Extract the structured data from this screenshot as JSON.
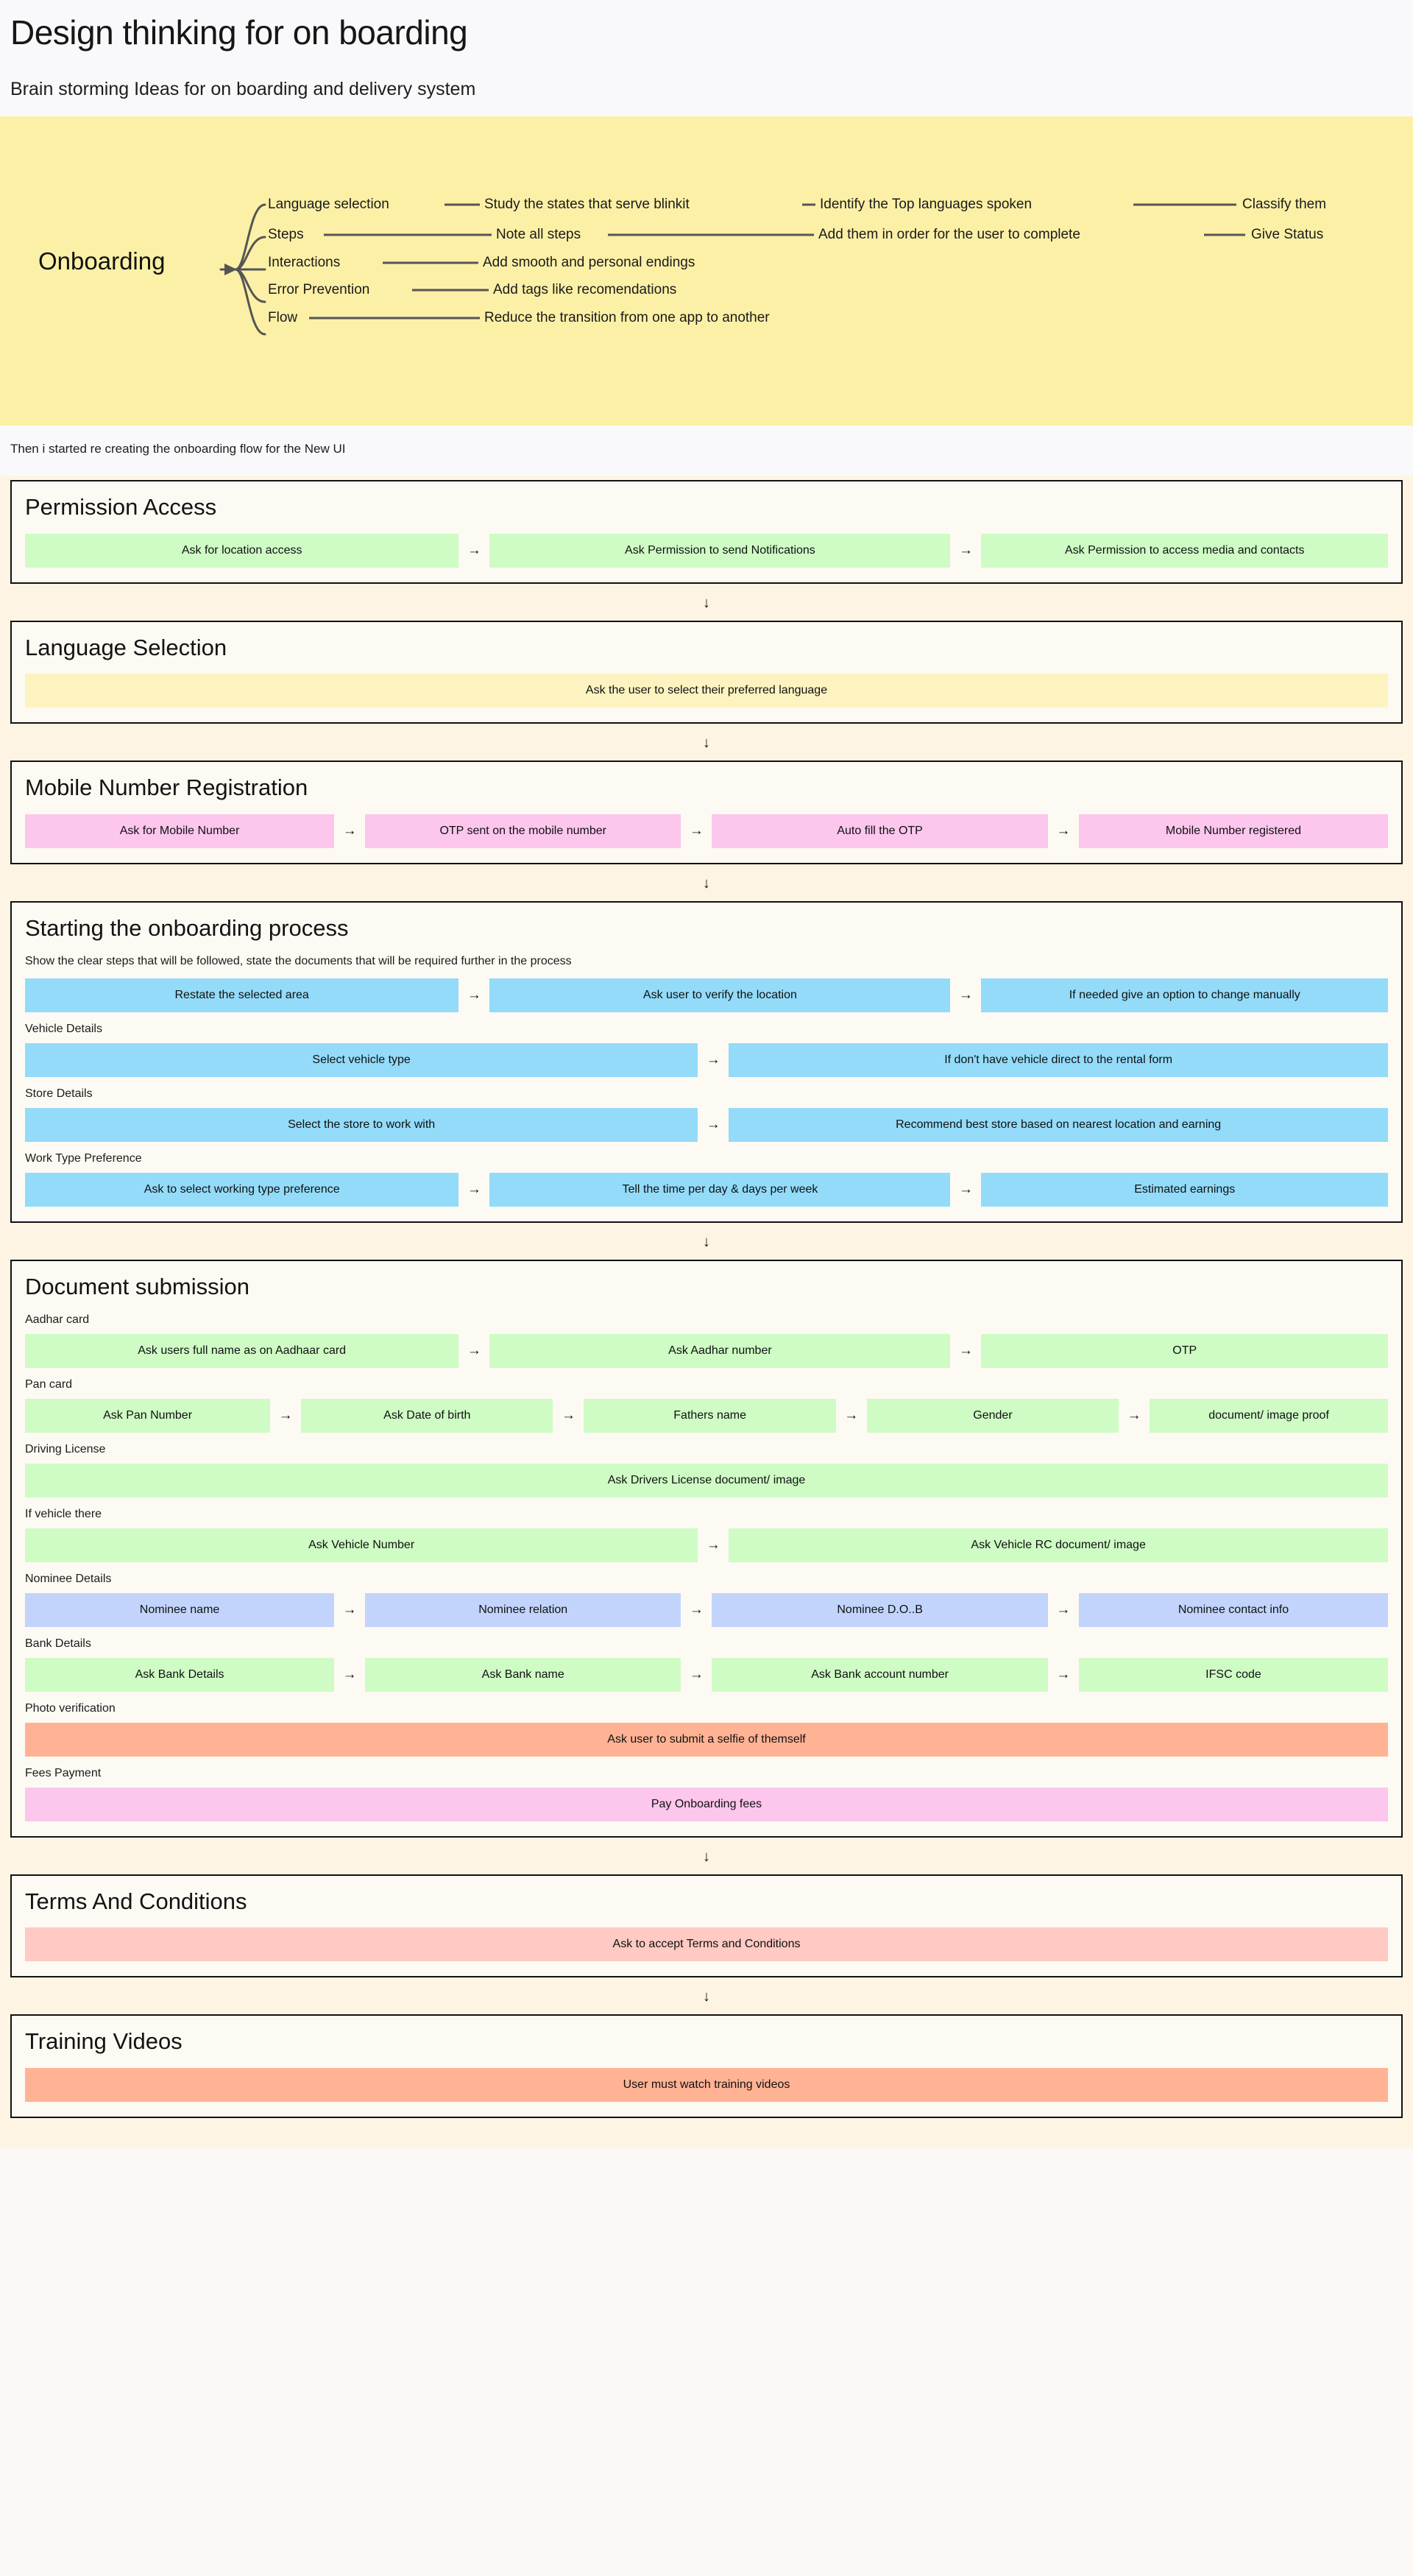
{
  "header": {
    "title": "Design thinking for on boarding",
    "subtitle": "Brain storming Ideas for on boarding and delivery system"
  },
  "mindmap": {
    "root": "Onboarding",
    "background": "#fcf0a6",
    "branches": [
      {
        "label": "Language selection",
        "chain": [
          "Study the states that serve blinkit",
          "Identify the Top languages spoken",
          "Classify them"
        ]
      },
      {
        "label": "Steps",
        "chain": [
          "Note all steps",
          "Add them in order for the user to complete",
          "Give Status"
        ]
      },
      {
        "label": "Interactions",
        "chain": [
          "Add smooth and personal endings"
        ]
      },
      {
        "label": "Error Prevention",
        "chain": [
          "Add tags like recomendations"
        ]
      },
      {
        "label": "Flow",
        "chain": [
          "Reduce the transition from one app to another"
        ]
      }
    ]
  },
  "note": "Then i started re creating the onboarding flow for the New UI",
  "arrow_right": "→",
  "arrow_down": "↓",
  "colors": {
    "green": "#cefcc4",
    "yellow": "#fcf3c0",
    "pink": "#fcc6ed",
    "blue": "#93dbf9",
    "lavender": "#c2d4fc",
    "salmon": "#ffb394",
    "rose": "#fecac3",
    "band": "#fdf4e3",
    "card_bg": "#fdfaf3"
  },
  "sections": [
    {
      "title": "Permission Access",
      "desc": null,
      "groups": [
        {
          "label": null,
          "color": "green",
          "nodes": [
            "Ask for location access",
            "Ask Permission to send Notifications",
            "Ask Permission to access media and contacts"
          ],
          "widths": [
            32,
            34,
            30
          ]
        }
      ]
    },
    {
      "title": "Language Selection",
      "desc": null,
      "groups": [
        {
          "label": null,
          "color": "yellow",
          "nodes": [
            "Ask the user to select their preferred language"
          ],
          "widths": [
            100
          ]
        }
      ]
    },
    {
      "title": "Mobile Number Registration",
      "desc": null,
      "groups": [
        {
          "label": null,
          "color": "pink",
          "nodes": [
            "Ask for Mobile Number",
            "OTP sent on the mobile number",
            "Auto fill the OTP",
            "Mobile Number registered"
          ],
          "widths": [
            23,
            23.5,
            25,
            23
          ]
        }
      ]
    },
    {
      "title": "Starting the onboarding process",
      "desc": "Show the clear steps that will be followed, state the documents that will be required further in the process",
      "groups": [
        {
          "label": null,
          "color": "blue",
          "nodes": [
            "Restate the selected area",
            "Ask user to verify the location",
            "If needed give an option to change manually"
          ],
          "widths": [
            32,
            34,
            30
          ]
        },
        {
          "label": "Vehicle Details",
          "color": "blue",
          "nodes": [
            "Select vehicle type",
            "If don't have vehicle direct to the rental form"
          ],
          "widths": [
            49,
            48
          ]
        },
        {
          "label": "Store Details",
          "color": "blue",
          "nodes": [
            "Select the store to work with",
            "Recommend best store based on nearest location and earning"
          ],
          "widths": [
            49,
            48
          ]
        },
        {
          "label": "Work Type Preference",
          "color": "blue",
          "nodes": [
            "Ask to select working type preference",
            "Tell the time per day & days per week",
            "Estimated earnings"
          ],
          "widths": [
            32,
            34,
            30
          ]
        }
      ]
    },
    {
      "title": "Document submission",
      "desc": null,
      "groups": [
        {
          "label": "Aadhar card",
          "color": "green",
          "nodes": [
            "Ask users full name as on Aadhaar card",
            "Ask Aadhar number",
            "OTP"
          ],
          "widths": [
            32,
            34,
            30
          ]
        },
        {
          "label": "Pan card",
          "color": "green",
          "nodes": [
            "Ask Pan Number",
            "Ask Date of birth",
            "Fathers name",
            "Gender",
            "document/ image proof"
          ],
          "widths": [
            18,
            18.5,
            18.5,
            18.5,
            17.5
          ]
        },
        {
          "label": "Driving License",
          "color": "green",
          "nodes": [
            "Ask Drivers License  document/ image"
          ],
          "widths": [
            100
          ]
        },
        {
          "label": "If vehicle there",
          "color": "green",
          "nodes": [
            "Ask Vehicle Number",
            "Ask Vehicle RC  document/ image"
          ],
          "widths": [
            49,
            48
          ]
        },
        {
          "label": "Nominee Details",
          "color": "lavender",
          "nodes": [
            "Nominee name",
            "Nominee relation",
            "Nominee D.O..B",
            "Nominee contact info"
          ],
          "widths": [
            23,
            23.5,
            25,
            23
          ]
        },
        {
          "label": "Bank Details",
          "color": "green",
          "nodes": [
            "Ask Bank Details",
            "Ask Bank name",
            "Ask Bank account number",
            "IFSC code"
          ],
          "widths": [
            23,
            23.5,
            25,
            23
          ]
        },
        {
          "label": "Photo verification",
          "color": "salmon",
          "nodes": [
            "Ask user to submit a selfie of themself"
          ],
          "widths": [
            100
          ]
        },
        {
          "label": "Fees Payment",
          "color": "pink",
          "nodes": [
            "Pay Onboarding fees"
          ],
          "widths": [
            100
          ]
        }
      ]
    },
    {
      "title": "Terms And Conditions",
      "desc": null,
      "groups": [
        {
          "label": null,
          "color": "rose",
          "nodes": [
            "Ask to accept Terms and Conditions"
          ],
          "widths": [
            100
          ]
        }
      ]
    },
    {
      "title": "Training Videos",
      "desc": null,
      "groups": [
        {
          "label": null,
          "color": "salmon",
          "nodes": [
            "User must watch training videos"
          ],
          "widths": [
            100
          ]
        }
      ]
    }
  ]
}
